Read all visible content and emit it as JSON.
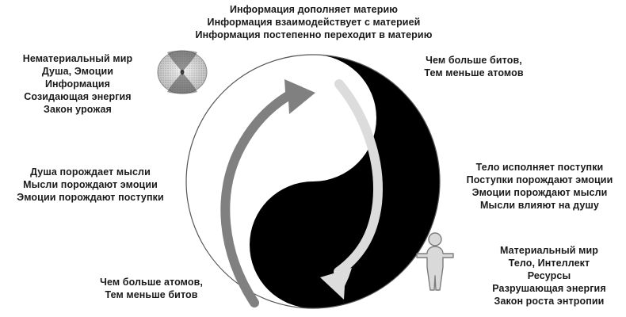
{
  "diagram": {
    "title_semantic": "yin-yang-information-matter-diagram",
    "colors": {
      "background": "#ffffff",
      "text": "#1a1a1a",
      "yin_black": "#000000",
      "yang_white": "#ffffff",
      "circle_outline": "#555555",
      "arrow_gray": "#808080",
      "arrow_light": "#dcdcdc",
      "person_fill": "#d9d9d9",
      "person_outline": "#808080",
      "cell_fill": "#c9c9c9"
    }
  },
  "labels": {
    "top": "Информация дополняет материю\nИнформация взаимодействует с  материей\nИнформация постепенно переходит в материю",
    "left_top": "Нематериальный мир\nДуша, Эмоции\nИнформация\nСозидающая энергия\nЗакон урожая",
    "left_mid": "Душа порождает мысли\nМысли порождают эмоции\nЭмоции порождают поступки",
    "left_bottom": "Чем больше атомов,\nТем меньше битов",
    "right_top": "Чем больше битов,\nТем меньше атомов",
    "right_mid": "Тело исполняет поступки\nПоступки порождают эмоции\nЭмоции порождают мысли\nМысли влияют на душу",
    "right_bottom": "Материальный мир\nТело, Интеллект\nРесурсы\nРазрушающая энергия\nЗакон роста энтропии"
  },
  "icons": {
    "cell": "dividing-cell-icon",
    "person": "human-figure-icon",
    "arrow_up": "curved-arrow-up-icon",
    "arrow_down": "curved-arrow-down-icon"
  }
}
